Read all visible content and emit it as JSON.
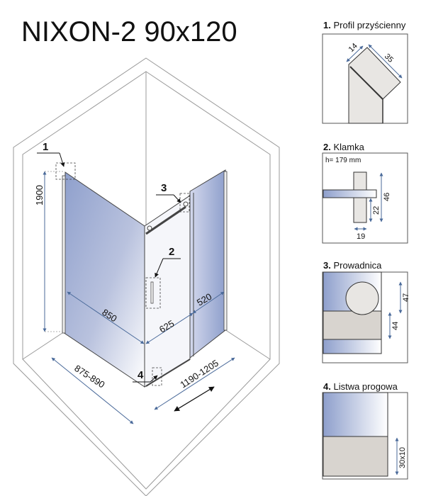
{
  "title": "NIXON-2 90x120",
  "dimensions": {
    "height": "1900",
    "fixed_panel_side": "850",
    "door_opening": "625",
    "fixed_panel_front": "520",
    "width_side": "875-890",
    "width_front": "1190-1205"
  },
  "callouts": [
    "1",
    "2",
    "3",
    "4"
  ],
  "details": [
    {
      "number": "1.",
      "label": "Profil przyścienny",
      "dims": [
        "14",
        "35"
      ]
    },
    {
      "number": "2.",
      "label": "Klamka",
      "note": "h= 179 mm",
      "dims": [
        "46",
        "22",
        "19"
      ]
    },
    {
      "number": "3.",
      "label": "Prowadnica",
      "dims": [
        "47",
        "44"
      ]
    },
    {
      "number": "4.",
      "label": "Listwa progowa",
      "dims": [
        "30x10"
      ]
    }
  ],
  "colors": {
    "glass": "#8e9fcc",
    "dim_line": "#4a6a9a",
    "profile": "#d8d4cf"
  }
}
